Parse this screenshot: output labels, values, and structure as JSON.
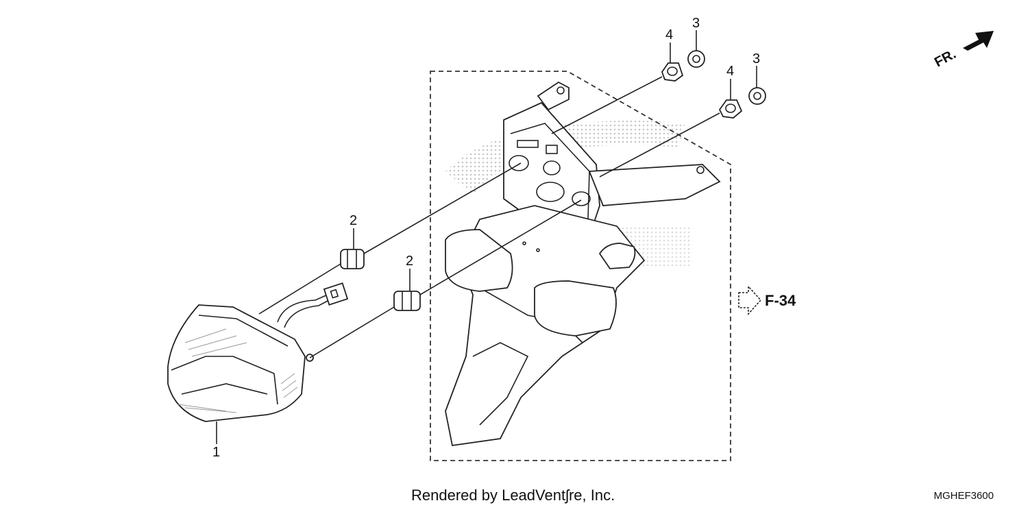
{
  "diagram": {
    "callouts": {
      "c1": "1",
      "c2a": "2",
      "c2b": "2",
      "c3a": "3",
      "c3b": "3",
      "c4a": "4",
      "c4b": "4"
    },
    "ref_code": "F-34",
    "direction_label": "FR."
  },
  "footer": {
    "credit": "Rendered by LeadVentʃre, Inc.",
    "diagram_code": "MGHEF3600"
  }
}
